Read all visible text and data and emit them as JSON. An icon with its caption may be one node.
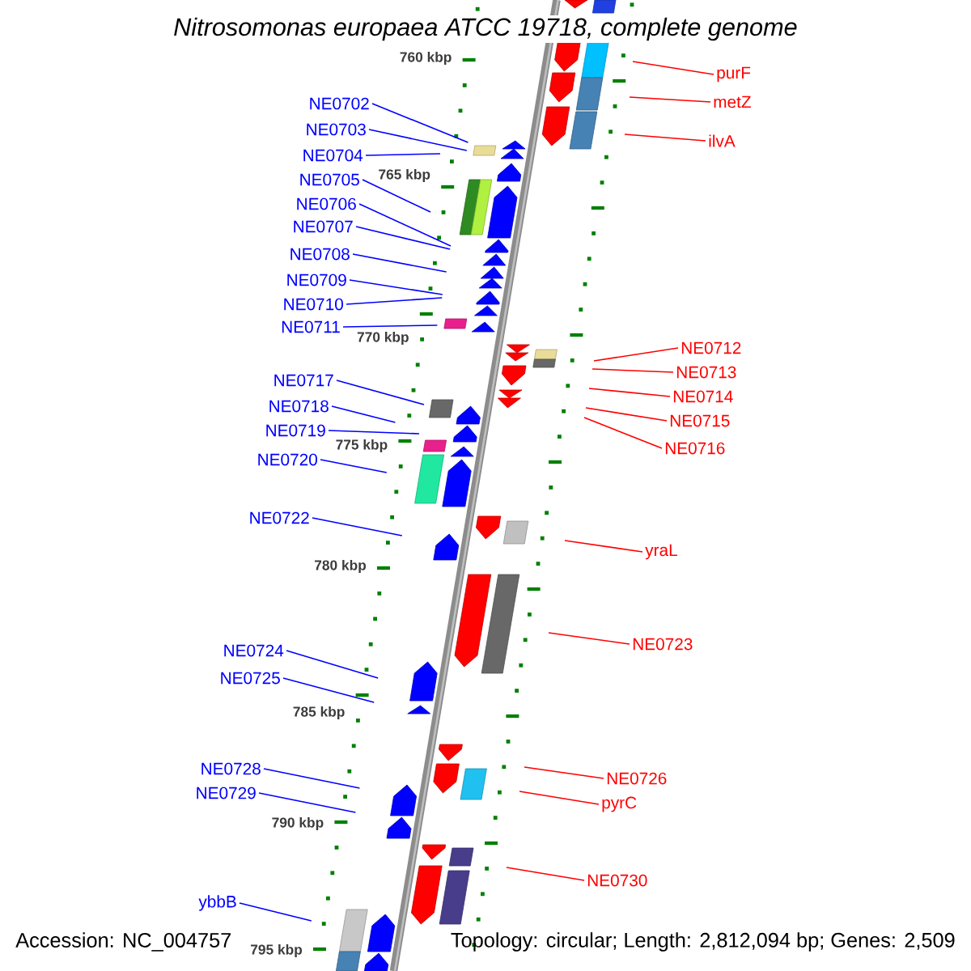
{
  "diagram": {
    "title": "Nitrosomonas europaea ATCC 19718, complete genome",
    "nodes": [
      {
        "text": [
          "NE0702"
        ]
      },
      {
        "text": [
          "NE0703"
        ]
      },
      {
        "text": [
          "NE0704"
        ]
      },
      {
        "text": [
          "NE0705"
        ]
      },
      {
        "text": [
          "NE0706"
        ]
      },
      {
        "text": [
          "NE0707"
        ]
      },
      {
        "text": [
          "NE0708"
        ]
      },
      {
        "text": [
          "NE0709"
        ]
      },
      {
        "text": [
          "NE0710"
        ]
      },
      {
        "text": [
          "NE0711"
        ]
      },
      {
        "text": [
          "NE0717"
        ]
      },
      {
        "text": [
          "NE0718"
        ]
      },
      {
        "text": [
          "NE0719"
        ]
      },
      {
        "text": [
          "NE0720"
        ]
      },
      {
        "text": [
          "NE0722"
        ]
      },
      {
        "text": [
          "NE0724"
        ]
      },
      {
        "text": [
          "NE0725"
        ]
      },
      {
        "text": [
          "NE0728"
        ]
      },
      {
        "text": [
          "NE0729"
        ]
      },
      {
        "text": [
          "ybbB"
        ]
      },
      {
        "text": [
          "purF"
        ]
      },
      {
        "text": [
          "metZ"
        ]
      },
      {
        "text": [
          "ilvA"
        ]
      },
      {
        "text": [
          "NE0712"
        ]
      },
      {
        "text": [
          "NE0713"
        ]
      },
      {
        "text": [
          "NE0714"
        ]
      },
      {
        "text": [
          "NE0715"
        ]
      },
      {
        "text": [
          "NE0716"
        ]
      },
      {
        "text": [
          "yraL"
        ]
      },
      {
        "text": [
          "NE0723"
        ]
      },
      {
        "text": [
          "NE0726"
        ]
      },
      {
        "text": [
          "pyrC"
        ]
      },
      {
        "text": [
          "NE0730"
        ]
      }
    ],
    "edges": [
      {
        "from": 0,
        "to": null,
        "arrow": "none"
      },
      {
        "from": 1,
        "to": null,
        "arrow": "none"
      },
      {
        "from": 2,
        "to": null,
        "arrow": "none"
      },
      {
        "from": 3,
        "to": null,
        "arrow": "none"
      },
      {
        "from": 4,
        "to": null,
        "arrow": "none"
      },
      {
        "from": 5,
        "to": null,
        "arrow": "none"
      },
      {
        "from": 6,
        "to": null,
        "arrow": "none"
      },
      {
        "from": 7,
        "to": null,
        "arrow": "none"
      },
      {
        "from": 8,
        "to": null,
        "arrow": "none"
      },
      {
        "from": 9,
        "to": null,
        "arrow": "none"
      },
      {
        "from": 10,
        "to": null,
        "arrow": "none"
      },
      {
        "from": 11,
        "to": null,
        "arrow": "none"
      },
      {
        "from": 12,
        "to": null,
        "arrow": "none"
      },
      {
        "from": 13,
        "to": null,
        "arrow": "none"
      },
      {
        "from": 14,
        "to": null,
        "arrow": "none"
      },
      {
        "from": 15,
        "to": null,
        "arrow": "none"
      },
      {
        "from": 16,
        "to": null,
        "arrow": "none"
      },
      {
        "from": 17,
        "to": null,
        "arrow": "none"
      },
      {
        "from": 18,
        "to": null,
        "arrow": "none"
      },
      {
        "from": 19,
        "to": null,
        "arrow": "none"
      },
      {
        "from": 20,
        "to": null,
        "arrow": "none",
        "color": "#ff0000"
      },
      {
        "from": 21,
        "to": null,
        "arrow": "none",
        "color": "#ff0000"
      },
      {
        "from": 22,
        "to": null,
        "arrow": "none",
        "color": "#ff0000"
      },
      {
        "from": 23,
        "to": null,
        "arrow": "none",
        "color": "#ff0000"
      },
      {
        "from": 24,
        "to": null,
        "arrow": "none",
        "color": "#ff0000"
      },
      {
        "from": 25,
        "to": null,
        "arrow": "none",
        "color": "#ff0000"
      },
      {
        "from": 26,
        "to": null,
        "arrow": "none",
        "color": "#ff0000"
      },
      {
        "from": 27,
        "to": null,
        "arrow": "none",
        "color": "#ff0000"
      },
      {
        "from": 28,
        "to": null,
        "arrow": "none",
        "color": "#ff0000"
      },
      {
        "from": 29,
        "to": null,
        "arrow": "none",
        "color": "#ff0000"
      },
      {
        "from": 30,
        "to": null,
        "arrow": "none",
        "color": "#ff0000"
      },
      {
        "from": 31,
        "to": null,
        "arrow": "none",
        "color": "#ff0000"
      },
      {
        "from": 32,
        "to": null,
        "arrow": "none",
        "color": "#ff0000"
      }
    ],
    "labels": [
      "760 kbp",
      "765 kbp",
      "770 kbp",
      "775 kbp",
      "780 kbp",
      "785 kbp",
      "790 kbp",
      "795 kbp",
      "Accession: NC_004757",
      "Topology: circular; Length: 2,812,094 bp; Genes: 2,509"
    ]
  }
}
